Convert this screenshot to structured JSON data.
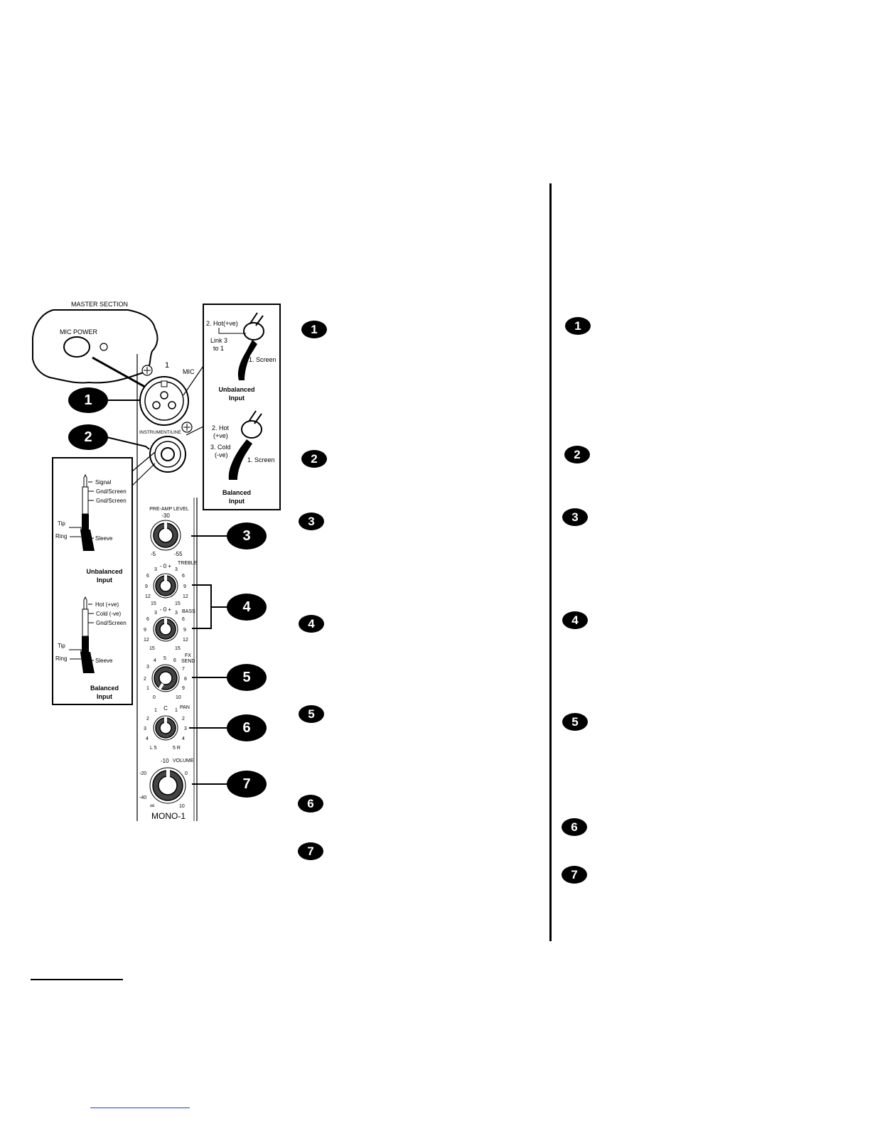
{
  "diagram": {
    "master_section": {
      "title": "MASTER SECTION",
      "mic_power": "MIC POWER"
    },
    "xlr": {
      "channel_number": "1",
      "mic_label": "MIC"
    },
    "instrument_line": "INSTRUMENT/LINE",
    "xlr_unbalanced": {
      "hot": "2. Hot(+ve)",
      "link": "Link 3",
      "link2": "to 1",
      "screen": "1. Screen",
      "title1": "Unbalanced",
      "title2": "Input"
    },
    "xlr_balanced": {
      "hot1": "2. Hot",
      "hot2": "(+ve)",
      "cold1": "3. Cold",
      "cold2": "(-ve)",
      "screen": "1. Screen",
      "title1": "Balanced",
      "title2": "Input"
    },
    "jack_unbalanced": {
      "signal": "Signal",
      "gnd1": "Gnd/Screen",
      "gnd2": "Gnd/Screen",
      "tip": "Tip",
      "ring": "Ring",
      "sleeve": "Sleeve",
      "title1": "Unbalanced",
      "title2": "Input"
    },
    "jack_balanced": {
      "hot": "Hot (+ve)",
      "cold": "Cold (-ve)",
      "gnd": "Gnd/Screen",
      "tip": "Tip",
      "ring": "Ring",
      "sleeve": "Sleeve",
      "title1": "Balanced",
      "title2": "Input"
    },
    "preamp": {
      "label": "PRE-AMP LEVEL",
      "top": "-30",
      "left": "-5",
      "right": "-55"
    },
    "treble": {
      "label": "TREBLE",
      "center": "- 0 +",
      "l3": "3",
      "r3": "3",
      "l6": "6",
      "r6": "6",
      "l9": "9",
      "r9": "9",
      "l12": "12",
      "r12": "12",
      "l15": "15",
      "r15": "15"
    },
    "bass": {
      "label": "BASS",
      "center": "- 0 +",
      "l3": "3",
      "r3": "3",
      "l6": "6",
      "r6": "6",
      "l9": "9",
      "r9": "9",
      "l12": "12",
      "r12": "12",
      "l15": "15",
      "r15": "15"
    },
    "fx_send": {
      "label1": "FX",
      "label2": "SEND",
      "s0": "0",
      "s1": "1",
      "s2": "2",
      "s3": "3",
      "s4": "4",
      "s5": "5",
      "s6": "6",
      "s7": "7",
      "s8": "8",
      "s9": "9",
      "s10": "10"
    },
    "pan": {
      "label": "PAN",
      "c": "C",
      "l1": "1",
      "r1": "1",
      "l2": "2",
      "r2": "2",
      "l3": "3",
      "r3": "3",
      "l4": "4",
      "r4": "4",
      "l5": "L 5",
      "r5": "5 R"
    },
    "volume": {
      "label": "VOLUME",
      "top": "-10",
      "n20": "-20",
      "n40": "-40",
      "zero": "0",
      "inf": "∞",
      "ten": "10"
    },
    "channel_name": "MONO-1",
    "callouts": [
      "1",
      "2",
      "3",
      "4",
      "5",
      "6",
      "7"
    ]
  },
  "middle_markers": [
    "1",
    "2",
    "3",
    "4",
    "5",
    "6",
    "7"
  ],
  "right_markers": [
    "1",
    "2",
    "3",
    "4",
    "5",
    "6",
    "7"
  ]
}
